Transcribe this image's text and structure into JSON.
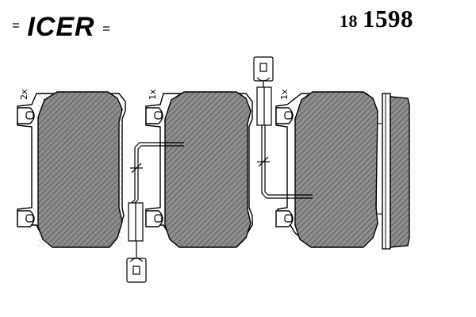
{
  "header": {
    "brand": "ICER",
    "part_number_prefix": "18",
    "part_number_main": "1598"
  },
  "drawing": {
    "pads": [
      {
        "qty": "2x",
        "has_wear_sensor": false
      },
      {
        "qty": "1x",
        "has_wear_sensor": true
      },
      {
        "qty": "1x",
        "has_wear_sensor": true
      }
    ],
    "colors": {
      "line": "#000000",
      "fill": "#8a8a8a",
      "background": "#ffffff"
    }
  }
}
